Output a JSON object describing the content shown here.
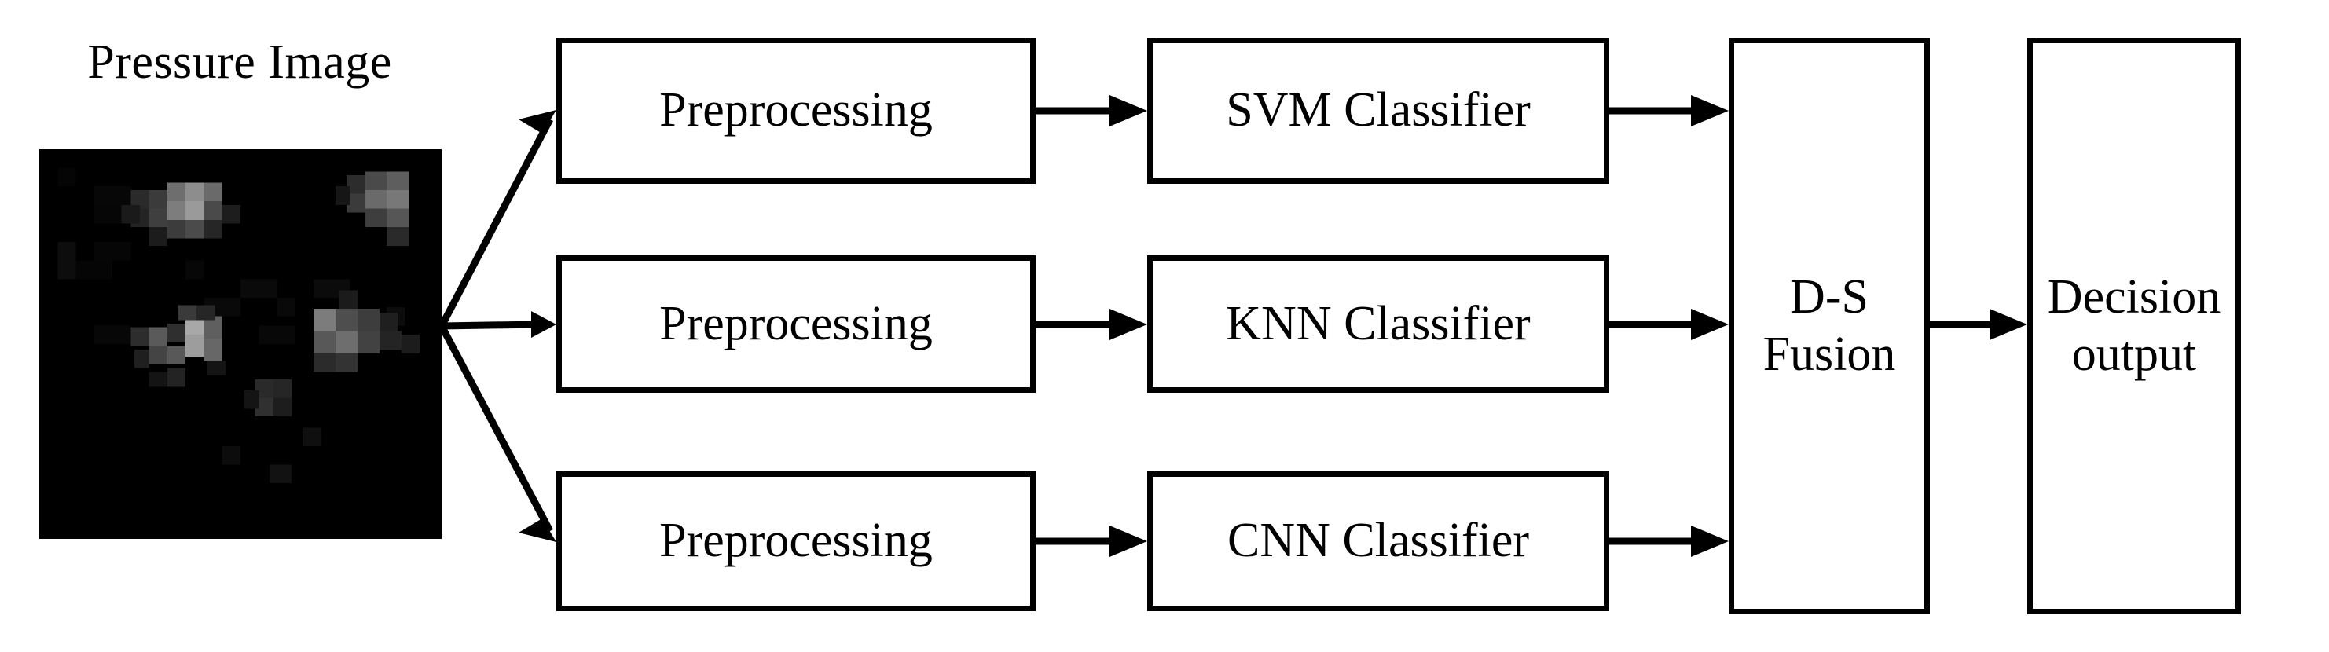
{
  "diagram": {
    "title": "Multi-classifier D-S fusion pipeline",
    "background_color": "#ffffff",
    "line_color": "#000000"
  },
  "source": {
    "label": "Pressure Image",
    "image_name": "pressure-heatmap",
    "image_description": "Grayscale pressure distribution heat map, mostly black with four bright pressure blobs",
    "image_background_color": "#000000"
  },
  "pipeline": {
    "rows": [
      {
        "preprocess_label": "Preprocessing",
        "classifier_label": "SVM Classifier"
      },
      {
        "preprocess_label": "Preprocessing",
        "classifier_label": "KNN Classifier"
      },
      {
        "preprocess_label": "Preprocessing",
        "classifier_label": "CNN Classifier"
      }
    ],
    "fusion_label": "D-S Fusion",
    "fusion_label_line1": "D-S",
    "fusion_label_line2": "Fusion",
    "output_label": "Decision output",
    "output_label_line1": "Decision",
    "output_label_line2": "output"
  },
  "arrows": {
    "fanout_name": "pressure-image-to-preprocessing",
    "pre_to_clf_name": "preprocessing-to-classifier",
    "clf_to_fusion_name": "classifier-to-fusion",
    "fusion_to_output_name": "fusion-to-decision-output"
  },
  "chart_data": {
    "type": "heatmap",
    "title": "Pressure Image",
    "colormap": "grayscale",
    "grid": [
      22,
      21
    ],
    "value_range": [
      0,
      255
    ],
    "blobs": [
      {
        "name": "upper-left-blob",
        "cx": 0.355,
        "cy": 0.265,
        "peak": 150
      },
      {
        "name": "upper-right-blob",
        "cx": 0.885,
        "cy": 0.255,
        "peak": 120
      },
      {
        "name": "lower-left-blob",
        "cx": 0.355,
        "cy": 0.545,
        "peak": 215
      },
      {
        "name": "lower-right-blob",
        "cx": 0.775,
        "cy": 0.545,
        "peak": 165
      },
      {
        "name": "center-faint-blob",
        "cx": 0.595,
        "cy": 0.705,
        "peak": 55
      }
    ]
  }
}
